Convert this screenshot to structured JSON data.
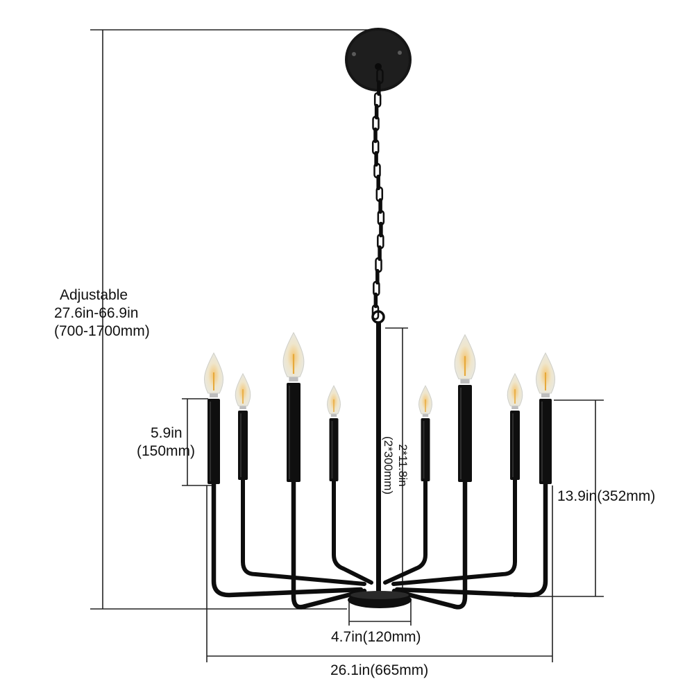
{
  "diagram": {
    "height_adjustable": {
      "line1": "Adjustable",
      "line2": "27.6in-66.9in",
      "line3": "(700-1700mm)"
    },
    "arm_height": {
      "line1": "5.9in",
      "line2": "(150mm)"
    },
    "rod_length": {
      "line1": "2*11.8in",
      "line2": "(2*300mm)"
    },
    "body_height": "13.9in(352mm)",
    "base_width": "4.7in(120mm)",
    "overall_width": "26.1in(665mm)"
  },
  "colors": {
    "metal": "#0d0d0d",
    "bulb_glow": "#f4c777",
    "dimension_lines": "#222222"
  }
}
